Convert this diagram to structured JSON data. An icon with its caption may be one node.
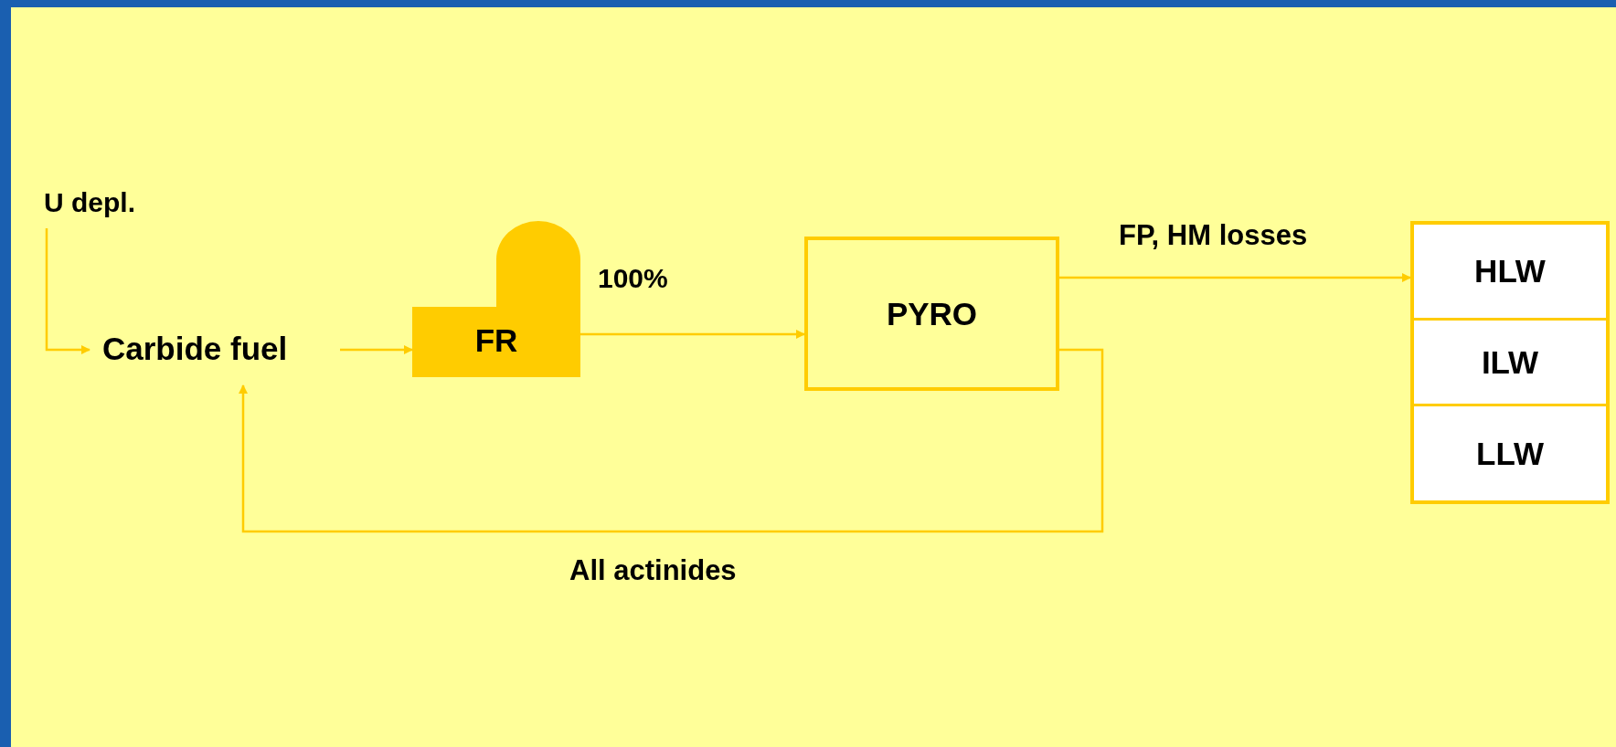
{
  "diagram": {
    "nodes": [
      {
        "text": [
          "U depl."
        ]
      },
      {
        "text": [
          "Carbide fuel"
        ]
      },
      {
        "text": [
          "FR"
        ],
        "beside": [
          "100%"
        ]
      },
      {
        "text": [
          "PYRO"
        ]
      },
      {
        "text": [],
        "shape": "box"
      },
      {
        "text": [
          "HLW"
        ],
        "in": 4
      },
      {
        "text": [
          "ILW"
        ],
        "in": 4
      },
      {
        "text": [
          "LLW"
        ],
        "in": 4
      }
    ],
    "edges": [
      {
        "from": 0,
        "to": 1,
        "arrow": "to"
      },
      {
        "from": 1,
        "to": 2,
        "arrow": "to"
      },
      {
        "from": 2,
        "to": 3,
        "arrow": "to"
      },
      {
        "from": 3,
        "to": 4,
        "arrow": "to",
        "label": "FP, HM losses"
      },
      {
        "from": 3,
        "to": 1,
        "arrow": "to",
        "label": "All actinides"
      }
    ]
  }
}
